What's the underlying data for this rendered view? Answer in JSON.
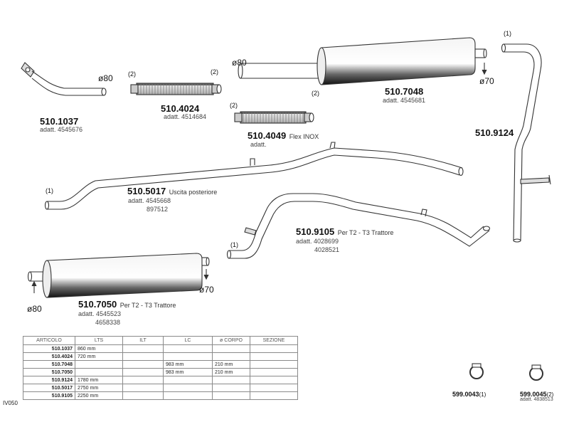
{
  "parts": [
    {
      "code": "510.1037",
      "adatt": "adatt. 4545676",
      "diameter": "ø80"
    },
    {
      "code": "510.4024",
      "adatt": "adatt. 4514684",
      "qty_left": "(2)",
      "qty_right": "(2)"
    },
    {
      "code": "510.4049",
      "desc": "Flex INOX",
      "adatt": "adatt.",
      "qty_left": "(2)",
      "qty_right": "(2)"
    },
    {
      "code": "510.7048",
      "adatt": "adatt. 4545681",
      "diameter_in": "ø80",
      "diameter_out": "ø70"
    },
    {
      "code": "510.9124",
      "qty": "(1)"
    },
    {
      "code": "510.5017",
      "desc": "Uscita posteriore",
      "adatt": "adatt. 4545668",
      "adatt2": "897512",
      "qty": "(1)"
    },
    {
      "code": "510.9105",
      "desc": "Per T2 - T3 Trattore",
      "adatt": "adatt. 4028699",
      "adatt2": "4028521",
      "qty": "(1)"
    },
    {
      "code": "510.7050",
      "desc": "Per T2 - T3 Trattore",
      "adatt": "adatt. 4545523",
      "adatt2": "4658338",
      "diameter_in": "ø80",
      "diameter_out": "ø70"
    }
  ],
  "clamps": [
    {
      "code": "599.0043",
      "qty": "(1)"
    },
    {
      "code": "599.0045",
      "qty": "(2)",
      "adatt": "adatt. 4838513"
    }
  ],
  "table": {
    "headers": [
      "ARTICOLO",
      "LTS",
      "ILT",
      "LC",
      "ø CORPO",
      "SEZIONE"
    ],
    "rows": [
      [
        "510.1037",
        "860 mm",
        "",
        "",
        "",
        ""
      ],
      [
        "510.4024",
        "720 mm",
        "",
        "",
        "",
        ""
      ],
      [
        "510.7048",
        "",
        "",
        "983 mm",
        "210 mm",
        ""
      ],
      [
        "510.7050",
        "",
        "",
        "983 mm",
        "210 mm",
        ""
      ],
      [
        "510.9124",
        "1780 mm",
        "",
        "",
        "",
        ""
      ],
      [
        "510.5017",
        "2750 mm",
        "",
        "",
        "",
        ""
      ],
      [
        "510.9105",
        "2250 mm",
        "",
        "",
        "",
        ""
      ]
    ]
  },
  "side_code": "IV050"
}
